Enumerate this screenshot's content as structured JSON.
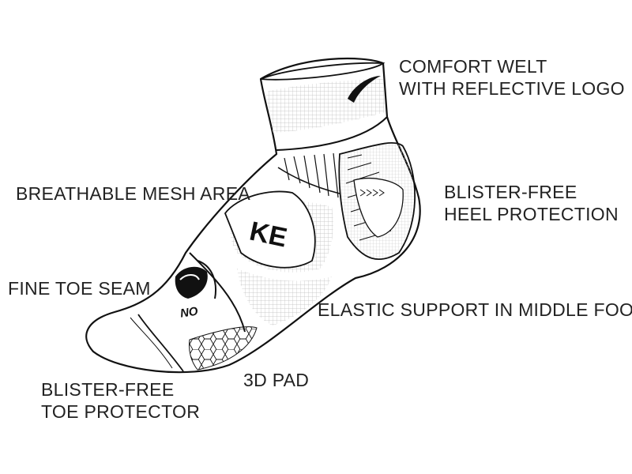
{
  "labels": {
    "comfort_welt": [
      "COMFORT WELT",
      "WITH REFLECTIVE LOGO"
    ],
    "breathable_mesh": [
      "BREATHABLE MESH AREA"
    ],
    "heel_protection": [
      "BLISTER-FREE",
      "HEEL PROTECTION"
    ],
    "fine_toe_seam": [
      "FINE TOE SEAM"
    ],
    "elastic_support": [
      "ELASTIC SUPPORT IN MIDDLE FOOT"
    ],
    "pad_3d": [
      "3D PAD"
    ],
    "toe_protector": [
      "BLISTER-FREE",
      "TOE PROTECTOR"
    ]
  },
  "logo": {
    "side_text": "KE",
    "toe_text": "NO"
  },
  "colors": {
    "ink": "#111111",
    "label": "#222222",
    "mesh": "#bdbdbd"
  }
}
